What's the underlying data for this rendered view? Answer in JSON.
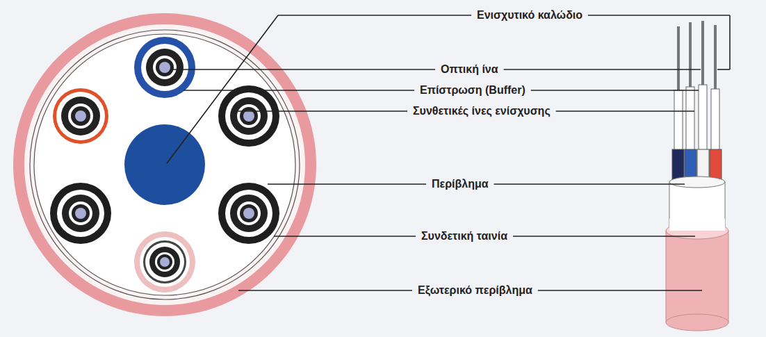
{
  "diagram": {
    "labels": [
      "Ενισχυτικό καλώδιο",
      "Οπτική ίνα",
      "Επίστρωση (Buffer)",
      "Συνθετικές ίνες ενίσχυσης",
      "Περίβλημα",
      "Συνδετική ταινία",
      "Εξωτερικό περίβλημα"
    ]
  }
}
